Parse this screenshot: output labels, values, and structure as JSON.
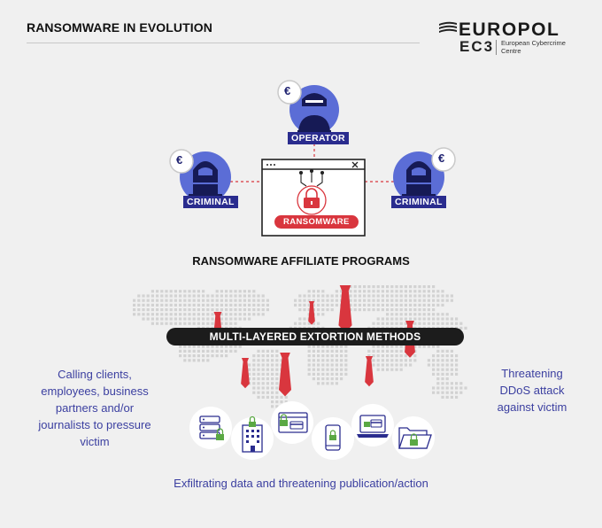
{
  "header": {
    "title": "RANSOMWARE IN EVOLUTION",
    "logo_word": "EUROPOL",
    "logo_ec3": "EC3",
    "logo_sub": "European Cybercrime Centre"
  },
  "actors": {
    "operator": "OPERATOR",
    "criminal_left": "CRIMINAL",
    "criminal_right": "CRIMINAL",
    "currency_symbol": "€"
  },
  "window": {
    "label": "RANSOMWARE"
  },
  "section_title": "RANSOMWARE AFFILIATE PROGRAMS",
  "extortion_bar": "MULTI-LAYERED EXTORTION METHODS",
  "left_text": "Calling clients, employees, business partners and/or journalists to pressure victim",
  "right_text": "Threatening DDoS attack against victim",
  "bottom_text": "Exfiltrating data and threatening publication/action",
  "icons": [
    "server-lock-icon",
    "building-icon",
    "browser-card-lock-icon",
    "phone-lock-icon",
    "laptop-card-icon",
    "folder-lock-icon"
  ],
  "colors": {
    "accent_red": "#d9363e",
    "navy": "#2a2c8e",
    "avatar_blue": "#5b6dd6",
    "text_blue": "#3b3fa0"
  }
}
